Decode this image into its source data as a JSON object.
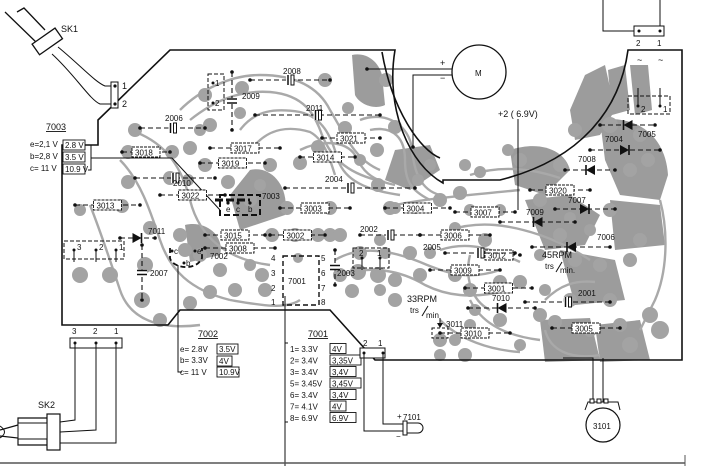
{
  "diagram": {
    "connectors": {
      "sk1": {
        "label": "SK1",
        "pins": [
          "1",
          "2"
        ]
      },
      "sk2": {
        "label": "SK2",
        "pins": [
          "3",
          "2",
          "1"
        ]
      },
      "top_right": {
        "pins": [
          "2",
          "1"
        ]
      },
      "led_conn": {
        "pins": [
          "2",
          "1"
        ]
      }
    },
    "motor": {
      "label": "M",
      "plus": "+",
      "minus": "−"
    },
    "supply_label": "+2 ( 6.9V)",
    "ac_symbols": [
      "~",
      "~"
    ],
    "speed_labels": {
      "rpm45": "45RPM",
      "rpm45_unit_a": "trs",
      "rpm45_unit_b": "min.",
      "rpm33": "33RPM",
      "rpm33_unit_a": "trs",
      "rpm33_unit_b": "min"
    },
    "led": {
      "label": "7101",
      "plus": "+",
      "minus": "−"
    },
    "pot": {
      "label": "3101"
    },
    "transistor_tables": [
      {
        "id": "7003",
        "rows": [
          {
            "pin": "e=2,1 V",
            "value": "2.8 V"
          },
          {
            "pin": "b=2,8 V",
            "value": "3.5 V"
          },
          {
            "pin": "c= 11 V",
            "value": "10.9 V"
          }
        ]
      },
      {
        "id": "7002",
        "rows": [
          {
            "pin": "e= 2.8V",
            "value": "3.5V"
          },
          {
            "pin": "b= 3.3V",
            "value": "4V"
          },
          {
            "pin": "c= 11 V",
            "value": "10.9V"
          }
        ]
      }
    ],
    "ic_table": {
      "id": "7001",
      "rows": [
        {
          "pin": "1= 3.3V",
          "value": "4V"
        },
        {
          "pin": "2= 3.4V",
          "value": "3,35V"
        },
        {
          "pin": "3= 3.4V",
          "value": "3,4V"
        },
        {
          "pin": "5= 3.45V",
          "value": "3,45V"
        },
        {
          "pin": "6= 3.4V",
          "value": "3,4V"
        },
        {
          "pin": "7= 4.1V",
          "value": "4V"
        },
        {
          "pin": "8= 6.9V",
          "value": "6.9V"
        }
      ]
    },
    "ic_pins": [
      "4",
      "3",
      "2",
      "1",
      "5",
      "6",
      "7",
      "8"
    ],
    "resistors": [
      "3018",
      "3017",
      "3019",
      "3014",
      "3021",
      "3022",
      "3013",
      "3003",
      "3004",
      "3015",
      "3002",
      "3008",
      "3006",
      "3009",
      "3007",
      "3020",
      "3012",
      "3001",
      "3010",
      "3005",
      "3011"
    ],
    "capacitors": [
      "2008",
      "2009",
      "2006",
      "2011",
      "2010",
      "2004",
      "2002",
      "2005",
      "2003",
      "2007",
      "2001"
    ],
    "diodes": [
      "7005",
      "7004",
      "7008",
      "7007",
      "7009",
      "7006",
      "7010",
      "7011"
    ],
    "transistors": [
      "7003",
      "7002",
      "7001"
    ],
    "transistor_pins": {
      "e": "e",
      "c": "c",
      "b": "b"
    },
    "jumper_pins": [
      "1",
      "2"
    ],
    "header_pins": [
      "3",
      "2",
      "1"
    ],
    "switch_pins": [
      "2",
      "1"
    ],
    "bridge_pins": [
      "2",
      "1"
    ]
  }
}
